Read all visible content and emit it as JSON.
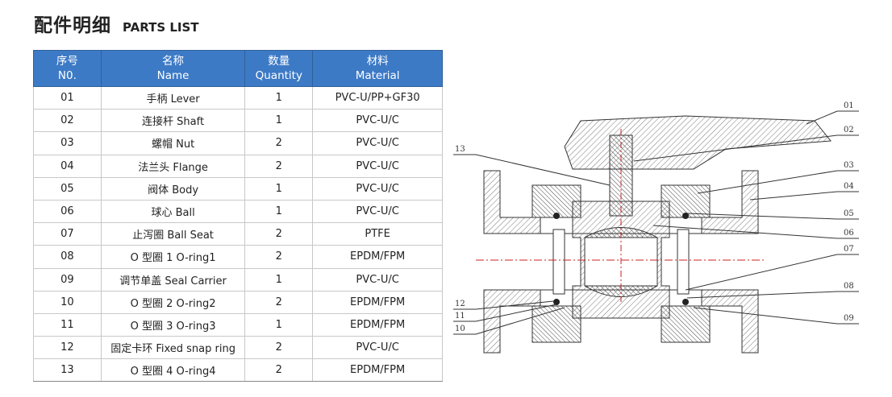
{
  "heading": {
    "zh": "配件明细",
    "en": "PARTS LIST"
  },
  "table": {
    "headers": [
      {
        "zh": "序号",
        "en": "N0."
      },
      {
        "zh": "名称",
        "en": "Name"
      },
      {
        "zh": "数量",
        "en": "Quantity"
      },
      {
        "zh": "材料",
        "en": "Material"
      }
    ],
    "rows": [
      {
        "no": "01",
        "name": "手柄 Lever",
        "qty": "1",
        "material": "PVC-U/PP+GF30"
      },
      {
        "no": "02",
        "name": "连接杆 Shaft",
        "qty": "1",
        "material": "PVC-U/C"
      },
      {
        "no": "03",
        "name": "螺帽 Nut",
        "qty": "2",
        "material": "PVC-U/C"
      },
      {
        "no": "04",
        "name": "法兰头 Flange",
        "qty": "2",
        "material": "PVC-U/C"
      },
      {
        "no": "05",
        "name": "阀体 Body",
        "qty": "1",
        "material": "PVC-U/C"
      },
      {
        "no": "06",
        "name": "球心 Ball",
        "qty": "1",
        "material": "PVC-U/C"
      },
      {
        "no": "07",
        "name": "止泻圈 Ball Seat",
        "qty": "2",
        "material": "PTFE"
      },
      {
        "no": "08",
        "name": "O 型圈 1 O-ring1",
        "qty": "2",
        "material": "EPDM/FPM"
      },
      {
        "no": "09",
        "name": "调节单盖 Seal Carrier",
        "qty": "1",
        "material": "PVC-U/C"
      },
      {
        "no": "10",
        "name": "O 型圈 2 O-ring2",
        "qty": "2",
        "material": "EPDM/FPM"
      },
      {
        "no": "11",
        "name": "O 型圈 3 O-ring3",
        "qty": "1",
        "material": "EPDM/FPM"
      },
      {
        "no": "12",
        "name": "固定卡环 Fixed snap ring",
        "qty": "2",
        "material": "PVC-U/C"
      },
      {
        "no": "13",
        "name": "O 型圈 4 O-ring4",
        "qty": "2",
        "material": "EPDM/FPM"
      }
    ]
  },
  "diagram": {
    "callouts_right": [
      "01",
      "02",
      "03",
      "04",
      "05",
      "06",
      "07",
      "08",
      "09"
    ],
    "callouts_left": [
      "13",
      "12",
      "11",
      "10"
    ]
  },
  "colors": {
    "header_bg": "#3d7ac6",
    "centerline": "#cc2222",
    "line": "#333333"
  }
}
